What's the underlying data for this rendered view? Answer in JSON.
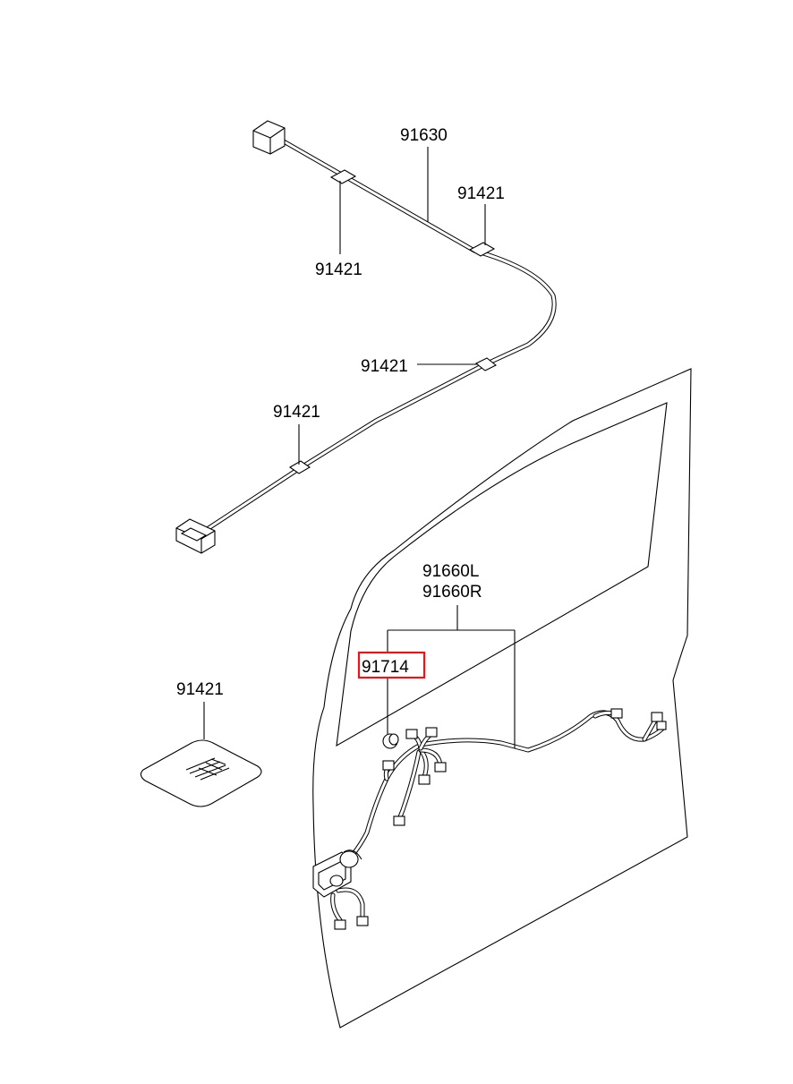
{
  "labels": {
    "harness_upper": "91630",
    "clip_a": "91421",
    "clip_b": "91421",
    "clip_c": "91421",
    "clip_d": "91421",
    "clip_e": "91421",
    "door_harness_l": "91660L",
    "door_harness_r": "91660R",
    "grommet": "91714"
  },
  "highlight": {
    "part": "91714",
    "color": "#e8151b"
  },
  "colors": {
    "line": "#000000",
    "background": "#ffffff"
  }
}
